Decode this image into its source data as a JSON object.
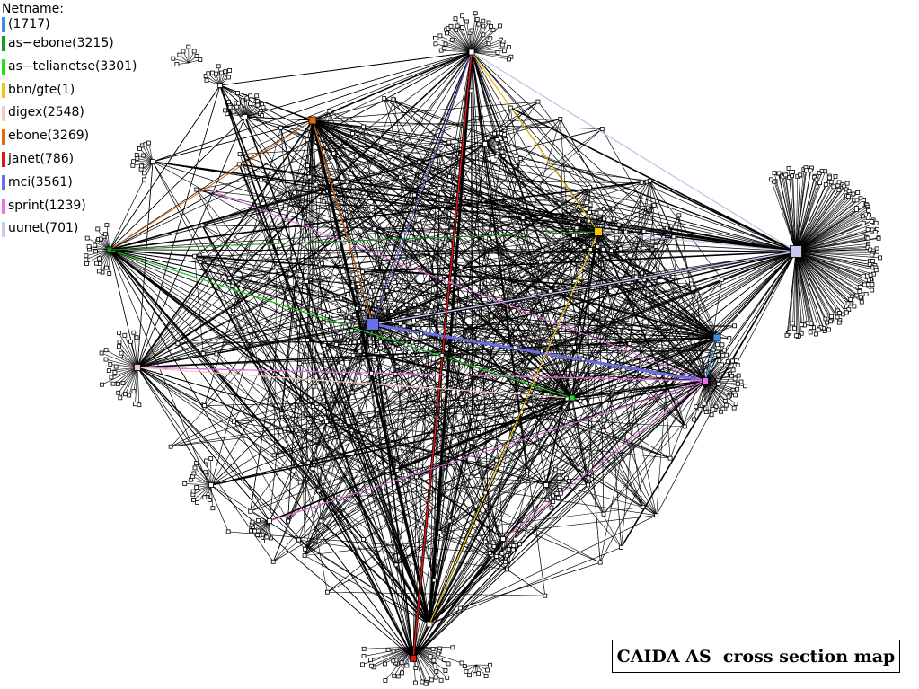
{
  "legend": {
    "title": "Netname:",
    "items": [
      {
        "label": "(1717)",
        "color": "#3c8fe0"
      },
      {
        "label": "as−ebone(3215)",
        "color": "#1a9a1a"
      },
      {
        "label": "as−telianetse(3301)",
        "color": "#19e619"
      },
      {
        "label": "bbn/gte(1)",
        "color": "#f2c40c"
      },
      {
        "label": "digex(2548)",
        "color": "#f3c9c0"
      },
      {
        "label": "ebone(3269)",
        "color": "#e06a10"
      },
      {
        "label": "janet(786)",
        "color": "#dd1818"
      },
      {
        "label": "mci(3561)",
        "color": "#6b6ee8"
      },
      {
        "label": "sprint(1239)",
        "color": "#ee6ee8"
      },
      {
        "label": "uunet(701)",
        "color": "#c6c8f2"
      }
    ]
  },
  "caption": "CAIDA AS  cross section map",
  "colors": {
    "edge": "#000000",
    "background": "#ffffff"
  }
}
